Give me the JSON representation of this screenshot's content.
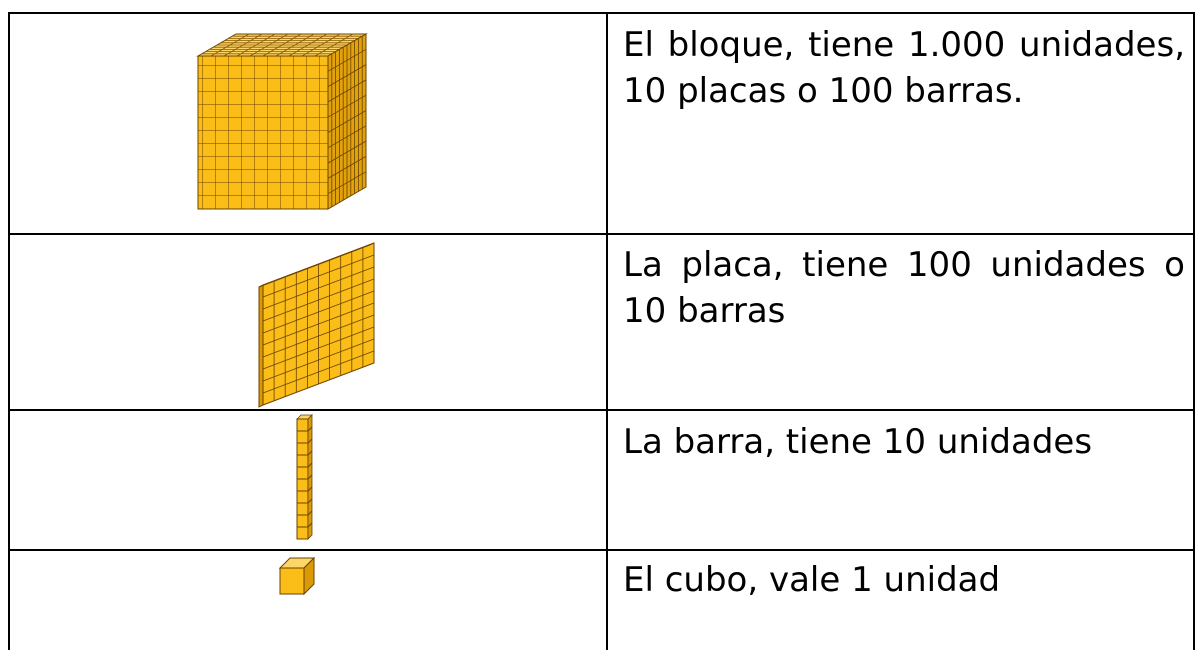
{
  "rows": [
    {
      "piece": "bloque",
      "text": "El bloque, tiene 1.000 unidades, 10 placas o 100 barras."
    },
    {
      "piece": "placa",
      "text": "La placa, tiene 100 unidades o 10 barras"
    },
    {
      "piece": "barra",
      "text": "La barra, tiene 10 unidades"
    },
    {
      "piece": "cubo",
      "text": "El cubo, vale 1 unidad"
    }
  ],
  "colors": {
    "front": "#fbbe18",
    "top": "#fdd66a",
    "side": "#d99a06",
    "grid_line": "#5a3a00",
    "border": "#000000"
  },
  "icons": [
    "base-ten-block-cube-icon",
    "base-ten-flat-icon",
    "base-ten-rod-icon",
    "unit-cube-icon"
  ]
}
